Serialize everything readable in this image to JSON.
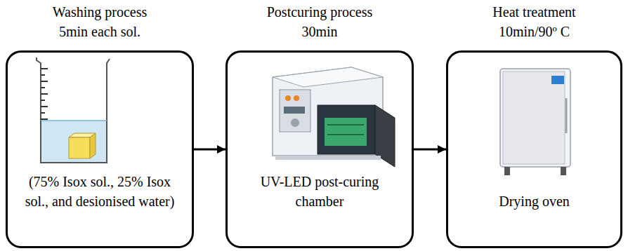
{
  "diagram": {
    "nodes": [
      {
        "text": [
          "Washing process 5min each sol.",
          "(75% Isox sol., 25% Isox sol., and desionised water)"
        ]
      },
      {
        "text": [
          "Postcuring process 30min",
          "UV-LED post-curing chamber"
        ]
      },
      {
        "text": [
          "Heat treatment 10min/90º C",
          "Drying oven"
        ]
      }
    ],
    "edges": [
      {
        "from": 0,
        "to": 1,
        "arrow": "to"
      },
      {
        "from": 1,
        "to": 2,
        "arrow": "to"
      }
    ]
  }
}
